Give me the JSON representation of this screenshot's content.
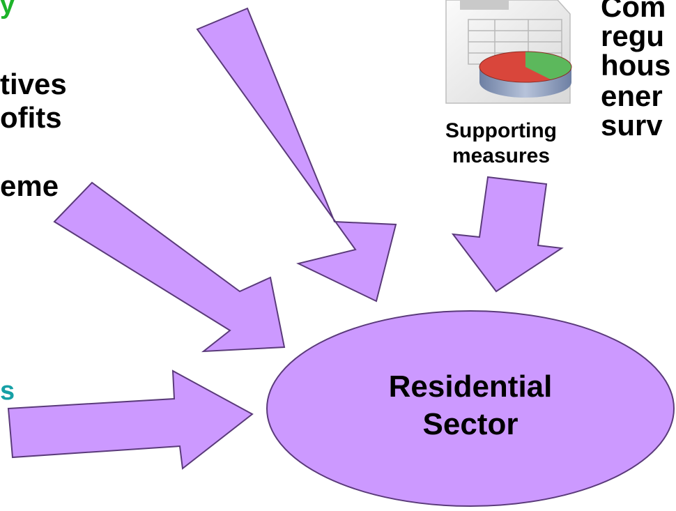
{
  "diagram": {
    "center": {
      "line1": "Residential",
      "line2": "Sector"
    },
    "left_labels": [
      "tives",
      "ofits",
      "eme"
    ],
    "left_accent_top": "y",
    "left_accent_mid": "s",
    "right_labels": [
      "Com",
      "regu",
      "hous",
      "ener",
      "surv"
    ],
    "support_label": [
      "Supporting",
      "measures"
    ],
    "icon": "spreadsheet-pie-chart-icon",
    "colors": {
      "arrow_fill": "#cc99ff",
      "arrow_stroke": "#5a3a7a",
      "ellipse_fill": "#cc99ff",
      "text": "#000000",
      "green": "#1db32a",
      "teal": "#16a0a6"
    }
  }
}
